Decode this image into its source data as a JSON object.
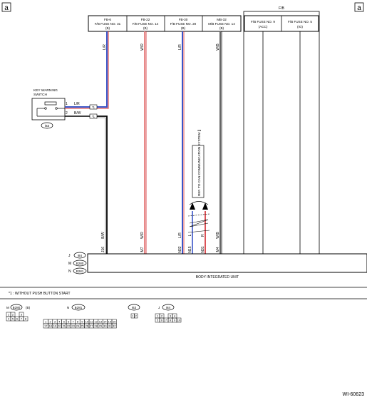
{
  "corner_label_left": "a",
  "corner_label_right": "a",
  "fb_box_label": "F/B",
  "fuses": [
    {
      "code": "FB-6",
      "name": "F/B FUSE NO. 31",
      "note": "(B)"
    },
    {
      "code": "FB-22",
      "name": "F/B FUSE NO. 14",
      "note": "(B)"
    },
    {
      "code": "FB-30",
      "name": "F/B FUSE NO. 20",
      "note": "(B)"
    },
    {
      "code": "MB-32",
      "name": "M/B FUSE NO. 14",
      "note": "(B)"
    }
  ],
  "fb_fuses": [
    {
      "name": "F/B FUSE NO. 9",
      "note": "(ACC)"
    },
    {
      "name": "F/B FUSE NO. 5",
      "note": "(IG)"
    }
  ],
  "wire_colors_top": [
    "L/R",
    "W/R",
    "L/R",
    "W/B"
  ],
  "wire_colors_bottom": [
    "B/W",
    "W/R",
    "L/R",
    "L",
    "R",
    "W/B"
  ],
  "pins_bottom": [
    "J16",
    "M7",
    "N32",
    "N15",
    "N31",
    "M4"
  ],
  "switch": {
    "title_line1": "KEY WARNING",
    "title_line2": "SWITCH",
    "pin1": "1",
    "pin2": "2",
    "wire1": "L/R",
    "wire2": "B/W",
    "mark": "*1",
    "connector": "i63"
  },
  "can_label": "REF. TO CAN COMMUNICATION SYSTEM [",
  "can_label_2": "]",
  "connectors_left": [
    "J",
    "M",
    "N"
  ],
  "connector_ids": [
    "i84",
    "B280",
    "B281"
  ],
  "bcm_label": "BODY INTEGRATED UNIT",
  "footnote": "*1 : WITHOUT PUSH BUTTON START",
  "connector_views": {
    "m_label": "M",
    "m_id": "B280",
    "m_suffix": "(B)",
    "m_row1": [
      "1",
      "2",
      "",
      "3"
    ],
    "m_row2": [
      "4",
      "5",
      "6",
      "7",
      "8"
    ],
    "n_label": "N",
    "n_id": "B281",
    "n_row1": [
      "1",
      "2",
      "3",
      "4",
      "5",
      "6",
      "7",
      "8",
      "9",
      "10",
      "11",
      "12",
      "13",
      "14",
      "15",
      "16"
    ],
    "n_row2": [
      "17",
      "18",
      "19",
      "20",
      "21",
      "22",
      "23",
      "24",
      "25",
      "26",
      "27",
      "28",
      "29",
      "30",
      "31",
      "32"
    ],
    "i63_id": "i63",
    "i63_row": [
      "1",
      "2"
    ],
    "j_label": "J",
    "j_id": "i84",
    "j_row1": [
      "1",
      "2",
      "",
      "3",
      "4"
    ],
    "j_row2": [
      "5",
      "6",
      "7",
      "8",
      "9",
      "10"
    ]
  },
  "figure_id": "WI-60623",
  "colors": {
    "blue": "#3a55c8",
    "red": "#d2282e",
    "pink": "#e88a8a",
    "black": "#000000"
  }
}
